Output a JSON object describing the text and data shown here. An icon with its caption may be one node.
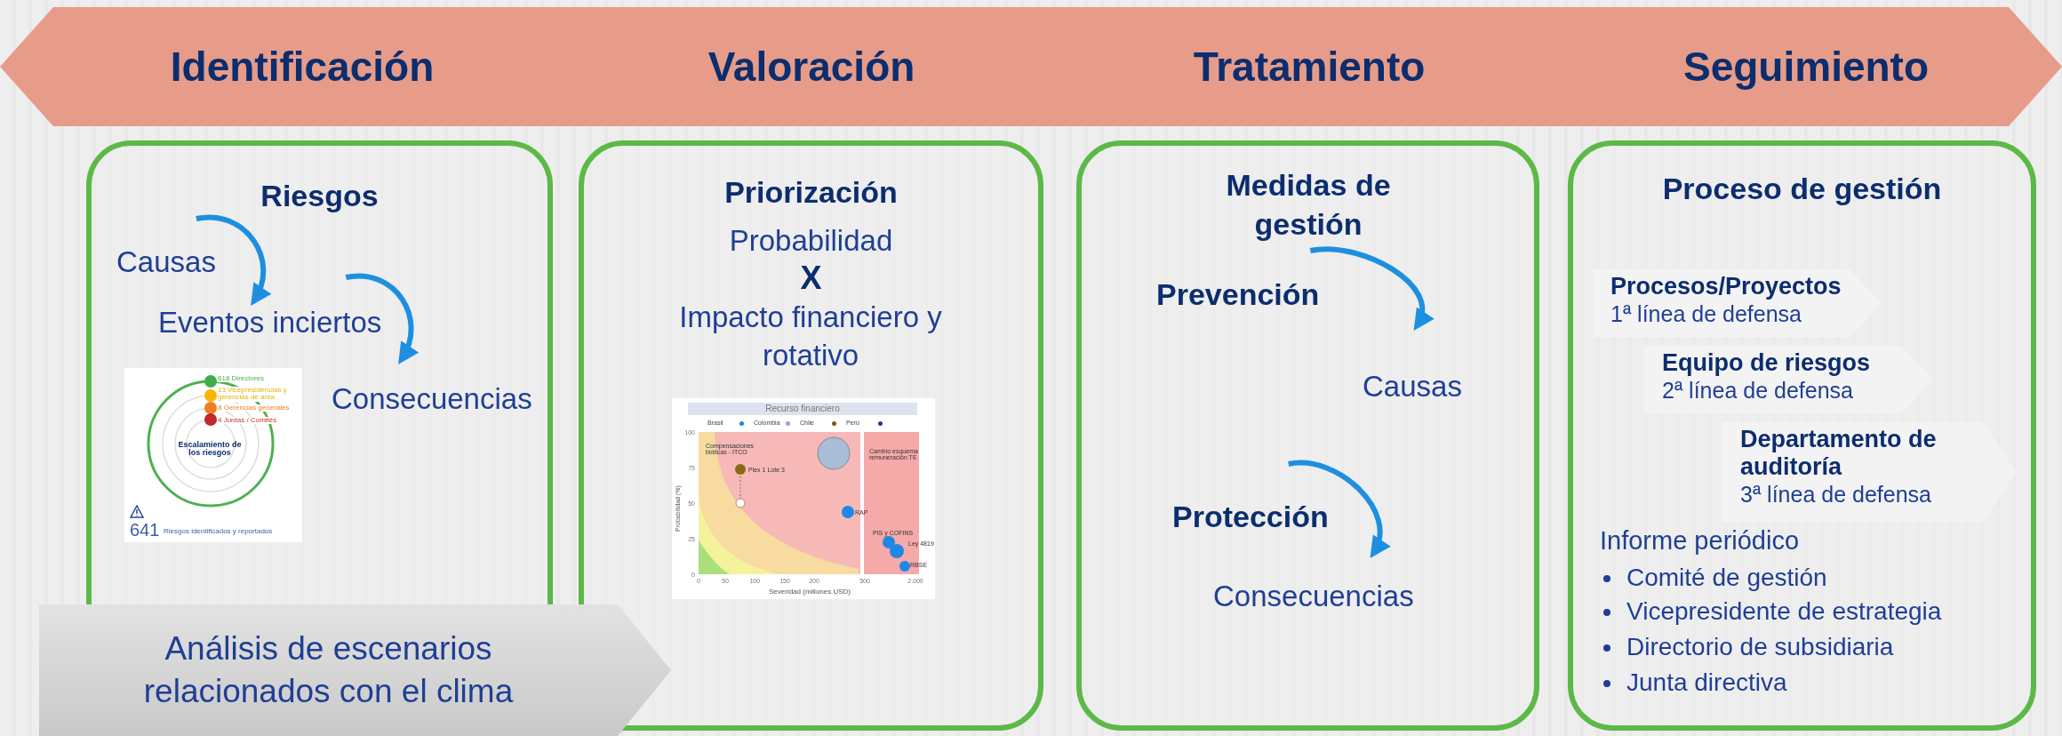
{
  "diagram": {
    "nodes": [
      {
        "text": [
          "Identificación",
          "Valoración",
          "Tratamiento",
          "Seguimiento"
        ]
      },
      {
        "text": [
          "Riesgos"
        ]
      },
      {
        "text": [
          "Causas"
        ],
        "in": 1
      },
      {
        "text": [
          "Eventos inciertos"
        ],
        "in": 1
      },
      {
        "text": [
          "Consecuencias"
        ],
        "in": 1
      },
      {
        "text": [
          "Priorización",
          "Probabilidad",
          "X",
          "Impacto financiero y rotativo"
        ]
      },
      {
        "text": [
          "Medidas de gestión"
        ]
      },
      {
        "text": [
          "Prevención"
        ],
        "in": 6
      },
      {
        "text": [
          "Causas"
        ],
        "in": 6
      },
      {
        "text": [
          "Protección"
        ],
        "in": 6
      },
      {
        "text": [
          "Consecuencias"
        ],
        "in": 6
      },
      {
        "text": [
          "Proceso de gestión",
          "Informe periódico",
          "Comité de gestión",
          "Vicepresidente de estrategia",
          "Directorio de subsidiaria",
          "Junta directiva"
        ]
      },
      {
        "text": [
          "Procesos/Proyectos",
          "1ª línea de defensa"
        ],
        "in": 11
      },
      {
        "text": [
          "Equipo de riesgos",
          "2ª línea de defensa"
        ],
        "in": 11
      },
      {
        "text": [
          "Departamento de auditoría",
          "3ª línea de defensa"
        ],
        "in": 11
      },
      {
        "text": [
          "Análisis de escenarios relacionados con el clima"
        ]
      }
    ],
    "edges": [
      {
        "from": 2,
        "to": 3,
        "arrow": "to"
      },
      {
        "from": 3,
        "to": 4,
        "arrow": "to"
      },
      {
        "from": 7,
        "to": 8,
        "arrow": "to"
      },
      {
        "from": 9,
        "to": 10,
        "arrow": "to"
      }
    ],
    "labels": [
      "618 Directores",
      "13 Vicepresidencias y gerencias de área",
      "8 Gerencias generales",
      "4 Juntas / Comités",
      "Escalamiento de los riesgos",
      "641",
      "Riesgos identificados y reportados",
      "Recurso financiero",
      "100",
      "75",
      "50",
      "25",
      "0",
      "Probabilidad (%)",
      "Compensaciones bióticas - ITCO",
      "Cambio esquema remuneración TE",
      "Plex 1 Lote 3",
      "RAP",
      "PIS y COFINS",
      "Ley 4819",
      "RBSE",
      "0",
      "50",
      "100",
      "150",
      "200",
      "500",
      "2.000",
      "Severidad (millones USD)"
    ],
    "legend": [
      {
        "text": "Brasil",
        "color": "#1e88e5"
      },
      {
        "text": "Colombia",
        "color": "#8fa6c8"
      },
      {
        "text": "Chile",
        "color": "#7a5c12"
      },
      {
        "text": "Perú",
        "color": "#4b2a7a"
      }
    ]
  }
}
